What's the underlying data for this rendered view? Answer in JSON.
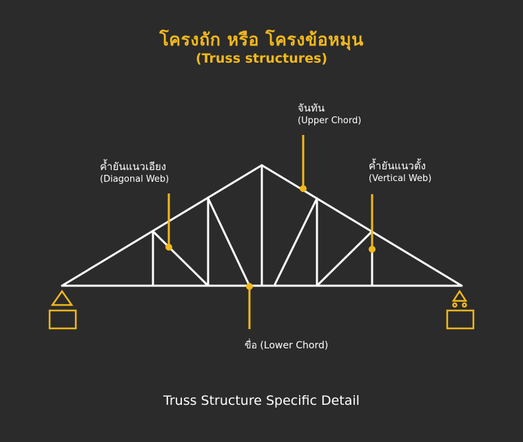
{
  "title": {
    "thai": "โครงถัก หรือ โครงข้อหมุน",
    "english": "(Truss structures)"
  },
  "labels": {
    "upper_chord": {
      "thai": "จันทัน",
      "english": "(Upper Chord)"
    },
    "diagonal_web": {
      "thai": "ค้ำยันแนวเอียง",
      "english": "(Diagonal Web)"
    },
    "vertical_web": {
      "thai": "ค้ำยันแนวตั้ง",
      "english": "(Vertical Web)"
    },
    "lower_chord": "ขื่อ (Lower Chord)"
  },
  "caption": "Truss Structure Specific Detail",
  "colors": {
    "background": "#2b2b2b",
    "accent": "#f2b81c",
    "truss": "#ffffff"
  },
  "icons": {
    "left_support": "pin-support-icon",
    "right_support": "roller-support-icon"
  }
}
